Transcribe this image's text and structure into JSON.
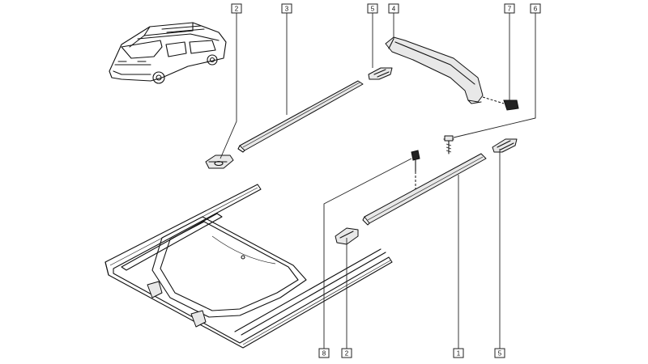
{
  "callouts": [
    {
      "label": "2"
    },
    {
      "label": "3"
    },
    {
      "label": "5"
    },
    {
      "label": "4"
    },
    {
      "label": "7"
    },
    {
      "label": "6"
    },
    {
      "label": "8"
    },
    {
      "label": "2"
    },
    {
      "label": "1"
    },
    {
      "label": "5"
    }
  ]
}
